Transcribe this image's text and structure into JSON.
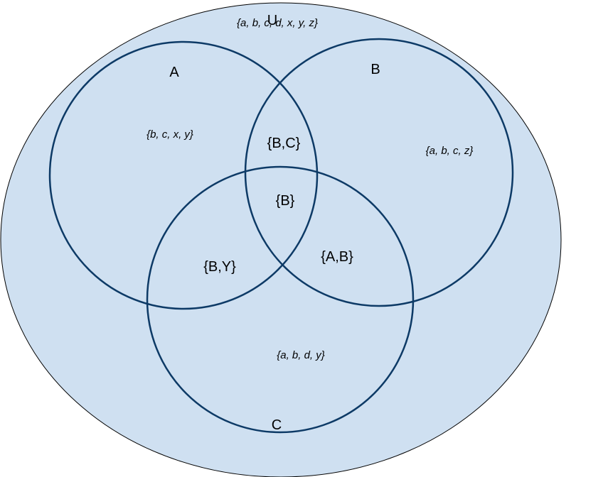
{
  "colors": {
    "universe_fill": "#cfe0f1",
    "universe_stroke": "#000000",
    "circle_stroke": "#0d3a66",
    "text": "#000000"
  },
  "universe": {
    "label": "U",
    "members": "{a, b, c, d, x, y, z}"
  },
  "sets": {
    "a": {
      "label": "A",
      "members": "{b, c, x, y}"
    },
    "b": {
      "label": "B",
      "members": "{a, b, c, z}"
    },
    "c": {
      "label": "C",
      "members": "{a, b, d, y}"
    }
  },
  "regions": {
    "a_b": "{B,C}",
    "a_b_c": "{B}",
    "a_c": "{B,Y}",
    "b_c": "{A,B}"
  }
}
